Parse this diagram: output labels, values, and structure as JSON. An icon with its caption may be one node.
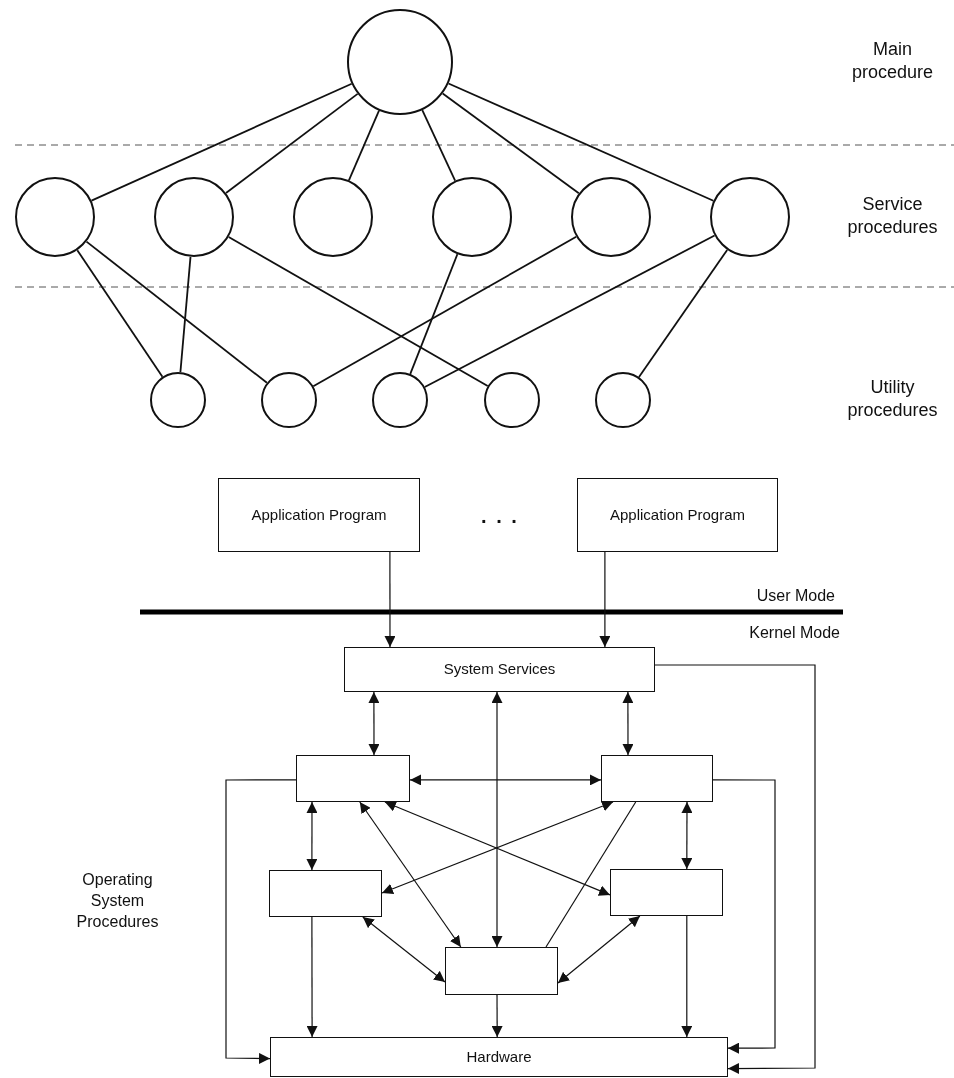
{
  "diagram": {
    "nodes": [
      {
        "text": [],
        "shape": "circle"
      },
      {
        "text": [],
        "shape": "circle"
      },
      {
        "text": [],
        "shape": "circle"
      },
      {
        "text": [],
        "shape": "circle"
      },
      {
        "text": [],
        "shape": "circle"
      },
      {
        "text": [],
        "shape": "circle"
      },
      {
        "text": [],
        "shape": "circle"
      },
      {
        "text": [],
        "shape": "circle"
      },
      {
        "text": [],
        "shape": "circle"
      },
      {
        "text": [],
        "shape": "circle"
      },
      {
        "text": [],
        "shape": "circle"
      },
      {
        "text": [],
        "shape": "circle"
      },
      {
        "text": [
          "Application Program"
        ]
      },
      {
        "text": [
          "Application Program"
        ]
      },
      {
        "text": [
          "System Services"
        ]
      },
      {
        "text": [],
        "shape": "box"
      },
      {
        "text": [],
        "shape": "box"
      },
      {
        "text": [],
        "shape": "box"
      },
      {
        "text": [],
        "shape": "box"
      },
      {
        "text": [],
        "shape": "box"
      },
      {
        "text": [
          "Hardware"
        ]
      }
    ],
    "edges": [
      {
        "from": 0,
        "to": 1,
        "arrow": "none"
      },
      {
        "from": 0,
        "to": 2,
        "arrow": "none"
      },
      {
        "from": 0,
        "to": 3,
        "arrow": "none"
      },
      {
        "from": 0,
        "to": 4,
        "arrow": "none"
      },
      {
        "from": 0,
        "to": 5,
        "arrow": "none"
      },
      {
        "from": 0,
        "to": 6,
        "arrow": "none"
      },
      {
        "from": 1,
        "to": 7,
        "arrow": "none"
      },
      {
        "from": 1,
        "to": 8,
        "arrow": "none"
      },
      {
        "from": 2,
        "to": 7,
        "arrow": "none"
      },
      {
        "from": 2,
        "to": 10,
        "arrow": "none"
      },
      {
        "from": 4,
        "to": 9,
        "arrow": "none"
      },
      {
        "from": 5,
        "to": 8,
        "arrow": "none"
      },
      {
        "from": 6,
        "to": 9,
        "arrow": "none"
      },
      {
        "from": 6,
        "to": 11,
        "arrow": "none"
      },
      {
        "from": 12,
        "to": 14,
        "arrow": "to"
      },
      {
        "from": 13,
        "to": 14,
        "arrow": "to"
      },
      {
        "from": 14,
        "to": 15,
        "arrow": "both"
      },
      {
        "from": 14,
        "to": 19,
        "arrow": "both"
      },
      {
        "from": 14,
        "to": 16,
        "arrow": "both"
      },
      {
        "from": 15,
        "to": 16,
        "arrow": "both"
      },
      {
        "from": 15,
        "to": 17,
        "arrow": "both"
      },
      {
        "from": 16,
        "to": 18,
        "arrow": "both"
      },
      {
        "from": 15,
        "to": 19,
        "arrow": "both"
      },
      {
        "from": 15,
        "to": 18,
        "arrow": "both"
      },
      {
        "from": 16,
        "to": 17,
        "arrow": "both"
      },
      {
        "from": 16,
        "to": 19,
        "arrow": "none"
      },
      {
        "from": 17,
        "to": 19,
        "arrow": "both"
      },
      {
        "from": 18,
        "to": 19,
        "arrow": "both"
      },
      {
        "from": 17,
        "to": 20,
        "arrow": "to"
      },
      {
        "from": 19,
        "to": 20,
        "arrow": "to"
      },
      {
        "from": 18,
        "to": 20,
        "arrow": "to"
      },
      {
        "from": 15,
        "to": 20,
        "arrow": "to"
      },
      {
        "from": 16,
        "to": 20,
        "arrow": "to"
      },
      {
        "from": 14,
        "to": 20,
        "arrow": "to"
      }
    ],
    "labels": [
      "Main procedure",
      "Service procedures",
      "Utility procedures",
      ". . .",
      "User Mode",
      "Kernel Mode",
      "Operating System Procedures"
    ]
  }
}
